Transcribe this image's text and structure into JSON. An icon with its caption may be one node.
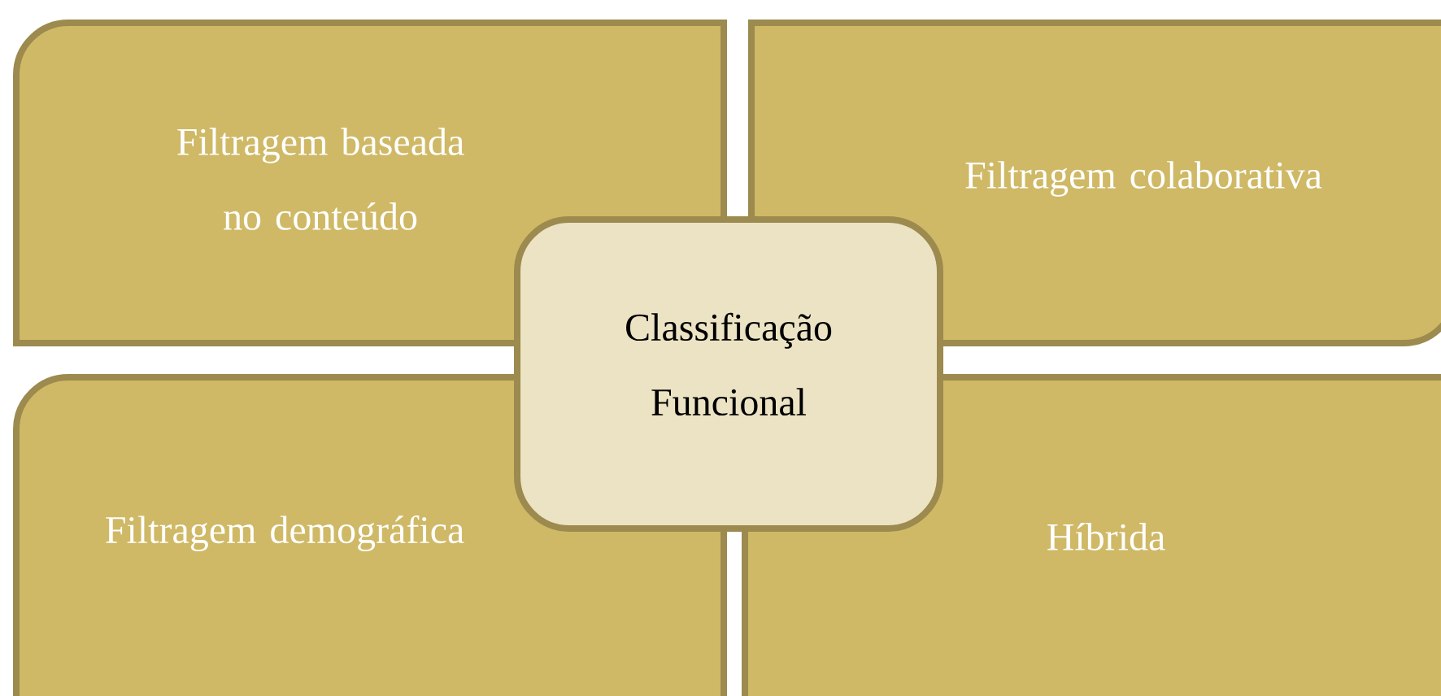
{
  "diagram": {
    "nodes": [
      {
        "text": [
          "Filtragem baseada no conteúdo"
        ]
      },
      {
        "text": [
          "Filtragem colaborativa"
        ]
      },
      {
        "text": [
          "Filtragem demográfica"
        ]
      },
      {
        "text": [
          "Híbrida"
        ]
      },
      {
        "text": [
          "Classificação Funcional"
        ]
      }
    ]
  }
}
